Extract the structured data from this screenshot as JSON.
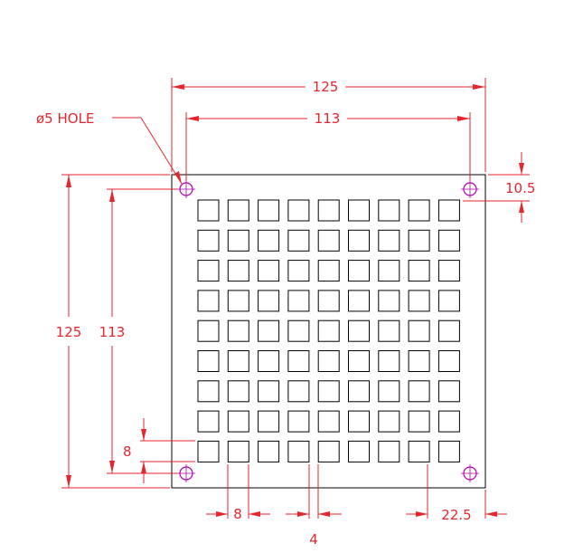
{
  "labels": {
    "overall_width": "125",
    "hole_spacing_x": "113",
    "overall_height": "125",
    "hole_spacing_y": "113",
    "hole_offset": "10.5",
    "hole_note": "ø5 HOLE",
    "square_size_v": "8",
    "square_size_h": "8",
    "gap": "4",
    "edge_margin": "22.5"
  },
  "grid": {
    "rows": 9,
    "cols": 9
  },
  "colors": {
    "dimension": "#e6262c",
    "outline": "#000000",
    "mounting_hole": "#b000b0"
  }
}
